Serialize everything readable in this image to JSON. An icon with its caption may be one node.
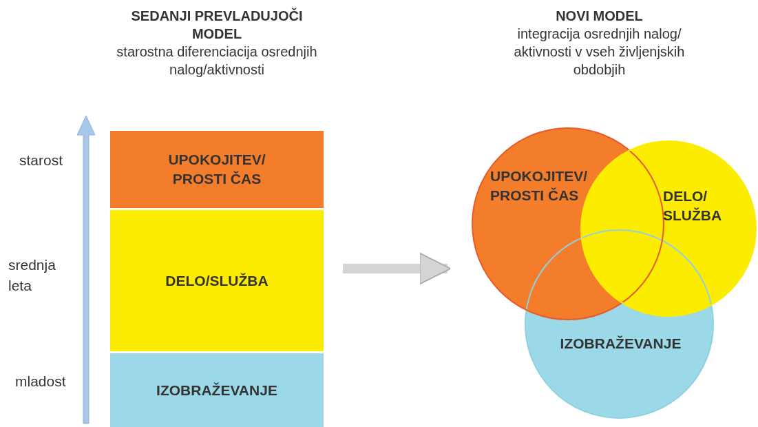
{
  "diagram": {
    "nodes": [
      {
        "text": [
          "SEDANJI PREVLADUJOČI MODEL",
          "starostna diferenciacija osrednjih nalog/aktivnosti"
        ]
      },
      {
        "text": [
          "UPOKOJITEV/ PROSTI ČAS"
        ],
        "in": 0
      },
      {
        "text": [
          "DELO/SLUŽBA"
        ],
        "in": 0
      },
      {
        "text": [
          "IZOBRAŽEVANJE"
        ],
        "in": 0
      },
      {
        "text": [
          "NOVI MODEL",
          "integracija osrednjih nalog/ aktivnosti v vseh življenjskih obdobjih"
        ]
      },
      {
        "text": [
          "UPOKOJITEV/ PROSTI ČAS"
        ],
        "in": 4
      },
      {
        "text": [
          "DELO/ SLUŽBA"
        ],
        "in": 4
      },
      {
        "text": [
          "IZOBRAŽEVANJE"
        ],
        "in": 4
      }
    ],
    "edges": [
      {
        "from": 0,
        "to": 4,
        "arrow": "to"
      }
    ],
    "labels": [
      "starost",
      "srednja leta",
      "mladost"
    ]
  }
}
